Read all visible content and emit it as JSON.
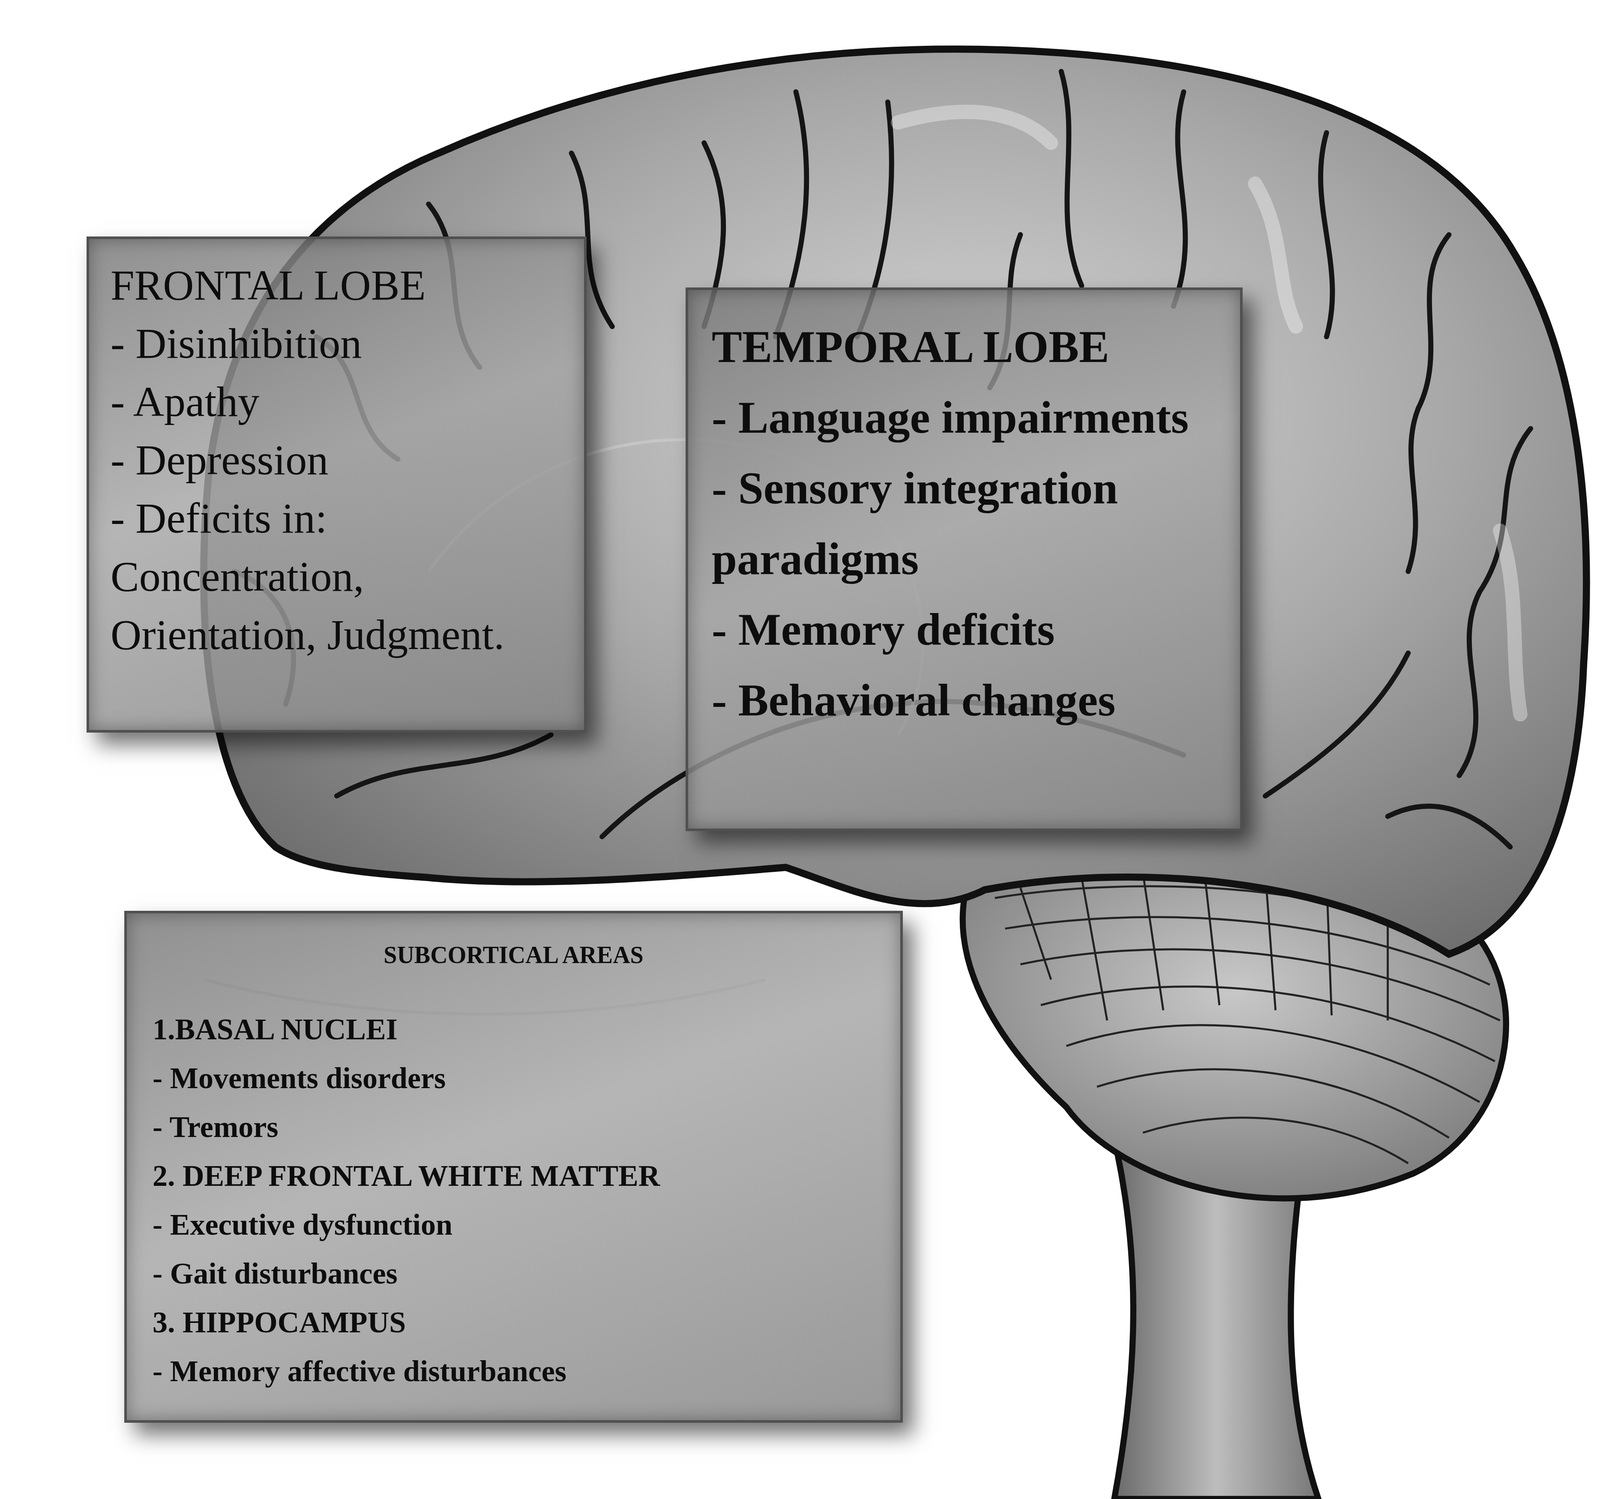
{
  "diagram": {
    "nodes": [
      {
        "text": [
          "FRONTAL LOBE",
          "- Disinhibition",
          "- Apathy",
          "- Depression",
          "- Deficits in: Concentration, Orientation, Judgment."
        ]
      },
      {
        "text": [
          "TEMPORAL LOBE",
          "- Language impairments",
          "- Sensory integration paradigms",
          "- Memory deficits",
          "- Behavioral changes"
        ]
      },
      {
        "text": [
          "SUBCORTICAL AREAS",
          "1.BASAL NUCLEI",
          "- Movements disorders",
          "- Tremors",
          "2. DEEP FRONTAL WHITE MATTER",
          "- Executive dysfunction",
          "- Gait disturbances",
          "3. HIPPOCAMPUS",
          "- Memory affective disturbances"
        ]
      }
    ]
  }
}
